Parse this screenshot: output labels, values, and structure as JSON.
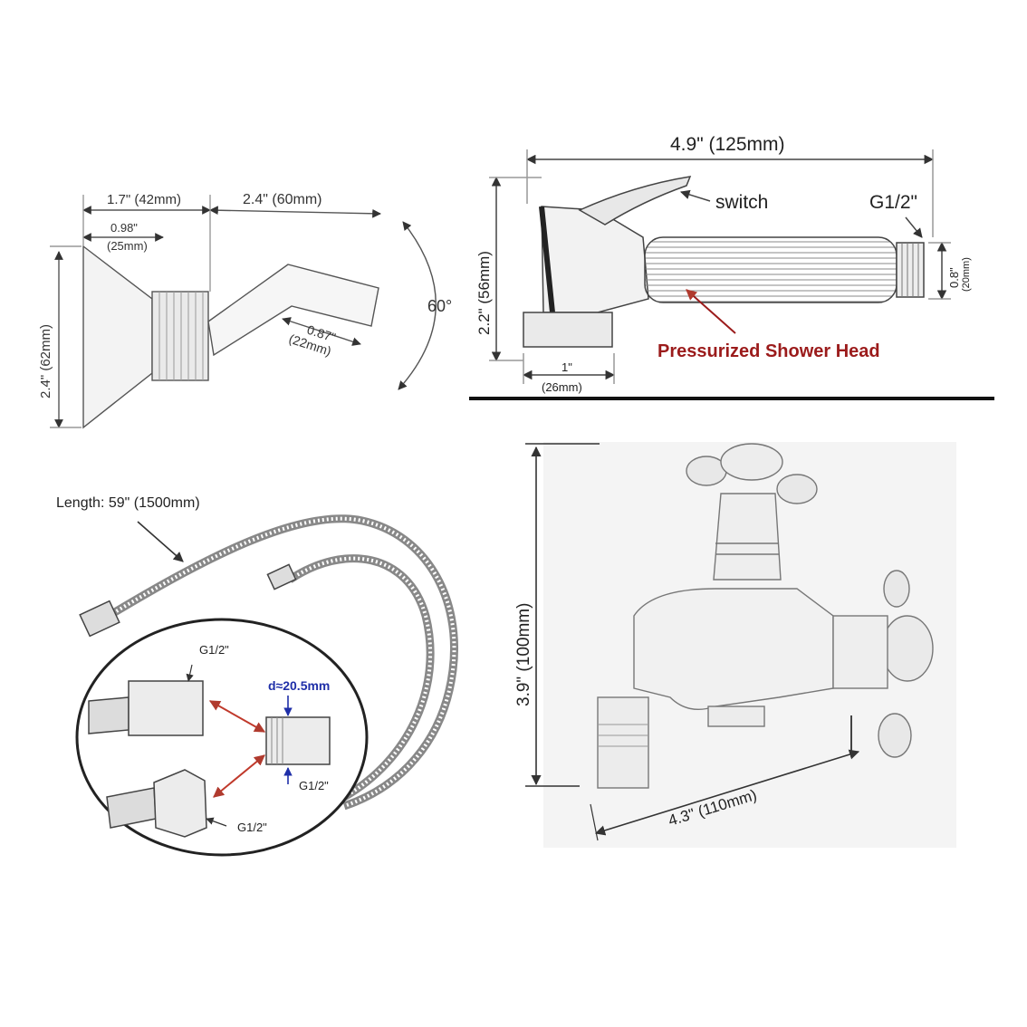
{
  "holder": {
    "dim_width_total": "1.7\" (42mm)",
    "dim_arm": "2.4\" (60mm)",
    "dim_base_in": "0.98\"",
    "dim_base_mm": "(25mm)",
    "dim_height": "2.4\" (62mm)",
    "dim_tip_in": "0.87\"",
    "dim_tip_mm": "(22mm)",
    "angle": "60°"
  },
  "sprayer": {
    "dim_length": "4.9\" (125mm)",
    "switch_label": "switch",
    "thread_label": "G1/2\"",
    "dim_height": "2.2\" (56mm)",
    "dim_thread_in": "0.8\"",
    "dim_thread_mm": "(20mm)",
    "dim_nozzle_in": "1\"",
    "dim_nozzle_mm": "(26mm)",
    "head_label": "Pressurized Shower Head",
    "accent_color": "#9b1b1b"
  },
  "hose": {
    "length_label": "Length: 59\" (1500mm)",
    "thread_top": "G1/2\"",
    "diameter": "d≈20.5mm",
    "thread_adapter": "G1/2\"",
    "thread_bottom": "G1/2\"",
    "diameter_color": "#1f2fa8",
    "arrow_color": "#c0392b"
  },
  "valve": {
    "dim_height": "3.9\" (100mm)",
    "dim_length": "4.3\" (110mm)"
  }
}
